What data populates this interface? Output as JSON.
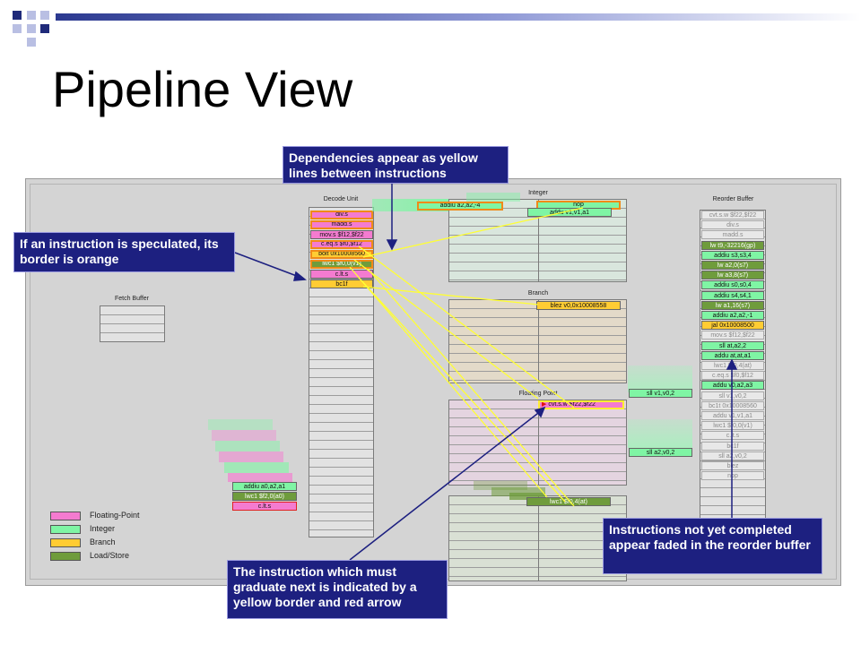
{
  "slide": {
    "title": "Pipeline View"
  },
  "stages": {
    "decode": "Decode Unit",
    "fetch": "Fetch Buffer",
    "integer": "Integer",
    "branch": "Branch",
    "floating": "Floating Point",
    "reorder": "Reorder Buffer"
  },
  "decode_items": [
    {
      "text": "div.s",
      "color": "pink"
    },
    {
      "text": "madd.s",
      "color": "pink"
    },
    {
      "text": "mov.s $f12,$f22",
      "color": "pink"
    },
    {
      "text": "c.eq.s $f0,$f12",
      "color": "pink"
    },
    {
      "text": "bolt 0x10008560",
      "color": "yellow"
    },
    {
      "text": "lwc1 $f0,0(v1)",
      "color": "olive"
    },
    {
      "text": "c.lt.s",
      "color": "pink"
    },
    {
      "text": "bc1f",
      "color": "yellow"
    }
  ],
  "integer_items": {
    "addiu": "addiu a2,a2,-4",
    "nop": "nop",
    "addu": "addu v1,v1,a1"
  },
  "branch_item": "blez v0,0x10008558",
  "fp_item": "cvt.s.w $f22,$f22",
  "fp_arrow": "▶",
  "loadstore_item": "lwc1 $f0,4(at)",
  "side_items": {
    "sll1": "sll v1,v0,2",
    "sll2": "sll a2,v0,2"
  },
  "fetch_stack": {
    "addiu": "addiu a0,a2,a1",
    "lwc1": "lwc1 $f2,0(a0)",
    "clt": "c.lt.s"
  },
  "reorder_items": [
    {
      "text": "cvt.s.w $f22,$f22",
      "style": "faded"
    },
    {
      "text": "div.s",
      "style": "faded"
    },
    {
      "text": "madd.s",
      "style": "faded"
    },
    {
      "text": "lw t9,-32216(gp)",
      "style": "olive"
    },
    {
      "text": "addiu s3,s3,4",
      "style": "green"
    },
    {
      "text": "lw a2,0(s7)",
      "style": "olive"
    },
    {
      "text": "lw a3,8(s7)",
      "style": "olive"
    },
    {
      "text": "addiu s0,s0,4",
      "style": "green"
    },
    {
      "text": "addiu s4,s4,1",
      "style": "green"
    },
    {
      "text": "lw a1,16(s7)",
      "style": "olive"
    },
    {
      "text": "addiu a2,a2,-1",
      "style": "green"
    },
    {
      "text": "jal 0x10008500",
      "style": "yellow"
    },
    {
      "text": "mov.s $f12,$f22",
      "style": "faded"
    },
    {
      "text": "sll at,a2,2",
      "style": "green"
    },
    {
      "text": "addu at,at,a1",
      "style": "green"
    },
    {
      "text": "lwc1 $f0,4(at)",
      "style": "faded"
    },
    {
      "text": "c.eq.s $f0,$f12",
      "style": "faded"
    },
    {
      "text": "addu v0,a2,a3",
      "style": "green"
    },
    {
      "text": "sll v1,v0,2",
      "style": "faded"
    },
    {
      "text": "bc1t 0x10008560",
      "style": "faded"
    },
    {
      "text": "addu v1,v1,a1",
      "style": "faded"
    },
    {
      "text": "lwc1 $f0,0(v1)",
      "style": "faded"
    },
    {
      "text": "c.lt.s",
      "style": "faded"
    },
    {
      "text": "bc1f",
      "style": "faded"
    },
    {
      "text": "sll a2,v0,2",
      "style": "faded"
    },
    {
      "text": "blez",
      "style": "faded"
    },
    {
      "text": "nop",
      "style": "faded"
    }
  ],
  "legend": [
    {
      "label": "Floating-Point",
      "color": "#f47bd0"
    },
    {
      "label": "Integer",
      "color": "#7ff5a4"
    },
    {
      "label": "Branch",
      "color": "#ffcc33"
    },
    {
      "label": "Load/Store",
      "color": "#6f9c3c"
    }
  ],
  "callouts": {
    "dependencies": "Dependencies appear as yellow lines between instructions",
    "speculated": "If an instruction is speculated, its border is orange",
    "graduate": "The instruction which must graduate next is indicated by a yellow border and red arrow",
    "faded": "Instructions not yet completed appear faded in the reorder buffer"
  },
  "colors": {
    "callout_bg": "#1d2080",
    "dependency_line": "#ffff33",
    "speculated_border": "#f08a18",
    "accent_bar": "#2b3990"
  }
}
